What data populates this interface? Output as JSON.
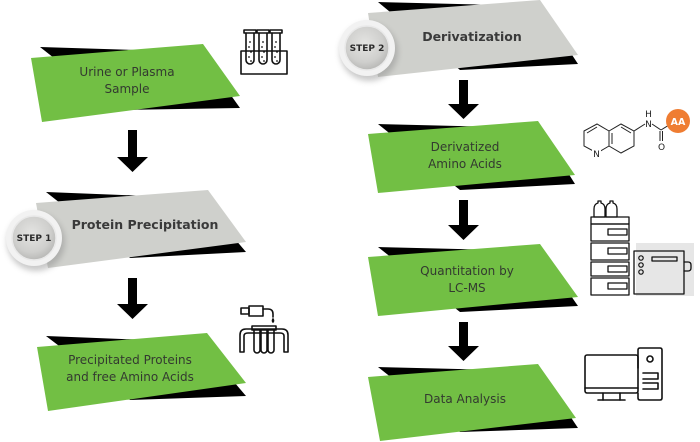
{
  "colors": {
    "process_panel": "#72bf44",
    "step_panel": "#cfd0cc",
    "shadow": "#000000",
    "arrow": "#000000",
    "aa_badge": "#ef7d32"
  },
  "left_column": {
    "sample": {
      "label_line1": "Urine or Plasma",
      "label_line2": "Sample",
      "icon": "test-tubes-icon"
    },
    "step1": {
      "badge": "STEP 1",
      "title": "Protein Precipitation"
    },
    "precipitated": {
      "label_line1": "Precipitated Proteins",
      "label_line2": "and free Amino Acids",
      "icon": "pipette-tubes-icon"
    }
  },
  "right_column": {
    "step2": {
      "badge": "STEP 2",
      "title": "Derivatization"
    },
    "derivatized": {
      "label_line1": "Derivatized",
      "label_line2": "Amino Acids",
      "icon": "quinoline-structure-icon"
    },
    "quantitation": {
      "label_line1": "Quantitation by",
      "label_line2": "LC-MS",
      "icon": "lc-ms-instrument-icon"
    },
    "analysis": {
      "label": "Data Analysis",
      "icon": "computer-icon"
    }
  },
  "molecule": {
    "nitrogen_ring": "N",
    "nitrogen_amide": "N",
    "hydrogen": "H",
    "oxygen": "O",
    "badge": "AA"
  }
}
